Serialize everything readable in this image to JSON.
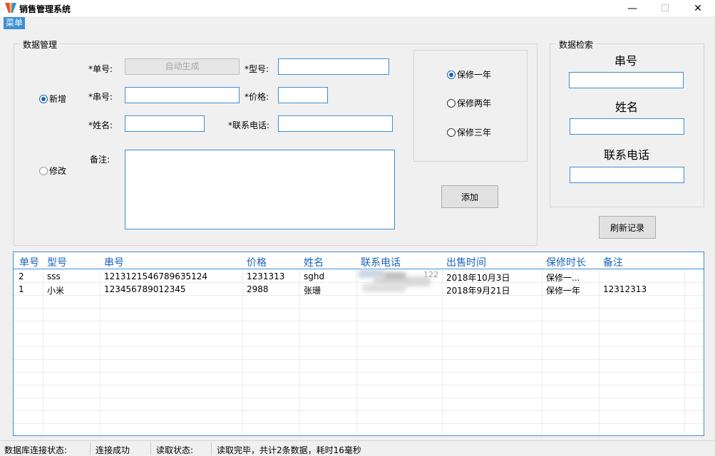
{
  "window": {
    "title": "销售管理系统",
    "minimize": "—",
    "maximize": "☐",
    "close": "✕"
  },
  "menu": {
    "items": [
      "菜单"
    ]
  },
  "manage": {
    "legend": "数据管理",
    "mode_new": "新增",
    "mode_edit": "修改",
    "labels": {
      "order": "*单号:",
      "model": "*型号:",
      "serial": "*串号:",
      "price": "*价格:",
      "name": "*姓名:",
      "phone": "*联系电话:",
      "remark": "备注:"
    },
    "order_value": "自动生成",
    "warranty": [
      "保修一年",
      "保修两年",
      "保修三年"
    ],
    "add_button": "添加"
  },
  "search": {
    "legend": "数据检索",
    "serial": "串号",
    "name": "姓名",
    "phone": "联系电话",
    "refresh_button": "刷新记录"
  },
  "grid": {
    "columns": [
      "单号",
      "型号",
      "串号",
      "价格",
      "姓名",
      "联系电话",
      "出售时间",
      "保修时长",
      "备注"
    ],
    "rows": [
      [
        "2",
        "sss",
        "1213121546789635124",
        "1231313",
        "sghd",
        "",
        "2018年10月3日",
        "保修一...",
        ""
      ],
      [
        "1",
        "小米",
        "123456789012345",
        "2988",
        "张珊",
        "",
        "2018年9月21日",
        "保修一年",
        "12312313"
      ]
    ],
    "phone_partial": "122"
  },
  "status": {
    "db_label": "数据库连接状态:",
    "db_value": "连接成功",
    "read_label": "读取状态:",
    "read_value": "读取完毕，共计2条数据，耗时16毫秒"
  }
}
